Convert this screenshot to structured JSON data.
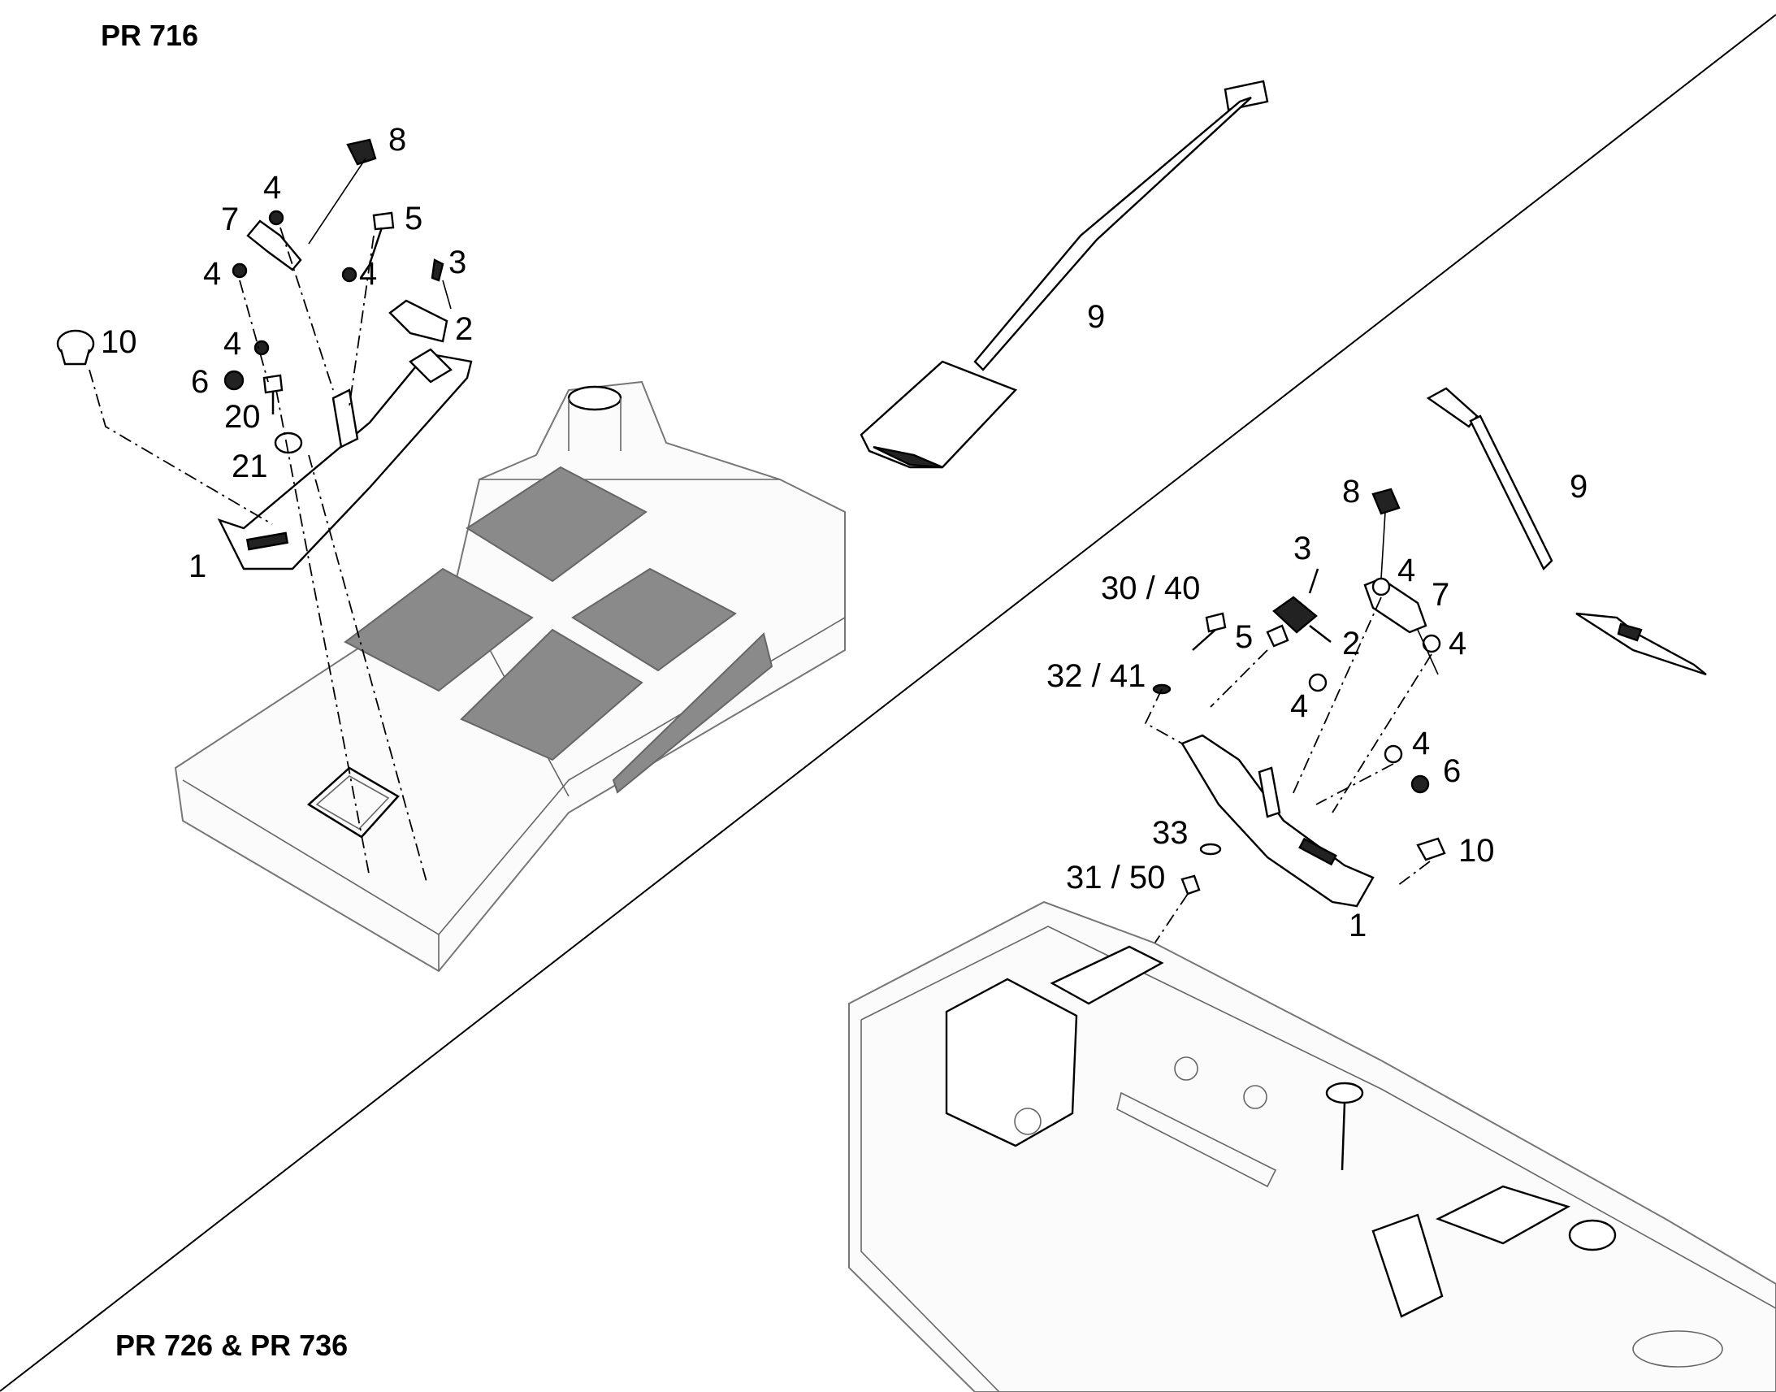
{
  "diagram": {
    "panel_top_label": "PR 716",
    "panel_bottom_label": "PR 726 & PR 736",
    "callouts_top": [
      {
        "id": "c-top-8",
        "text": "8"
      },
      {
        "id": "c-top-4a",
        "text": "4"
      },
      {
        "id": "c-top-7",
        "text": "7"
      },
      {
        "id": "c-top-5",
        "text": "5"
      },
      {
        "id": "c-top-4b",
        "text": "4"
      },
      {
        "id": "c-top-4c",
        "text": "4"
      },
      {
        "id": "c-top-3",
        "text": "3"
      },
      {
        "id": "c-top-2",
        "text": "2"
      },
      {
        "id": "c-top-10",
        "text": "10"
      },
      {
        "id": "c-top-4d",
        "text": "4"
      },
      {
        "id": "c-top-6",
        "text": "6"
      },
      {
        "id": "c-top-20",
        "text": "20"
      },
      {
        "id": "c-top-21",
        "text": "21"
      },
      {
        "id": "c-top-1",
        "text": "1"
      },
      {
        "id": "c-top-9",
        "text": "9"
      }
    ],
    "callouts_bottom": [
      {
        "id": "c-bot-9",
        "text": "9"
      },
      {
        "id": "c-bot-8",
        "text": "8"
      },
      {
        "id": "c-bot-3",
        "text": "3"
      },
      {
        "id": "c-bot-4a",
        "text": "4"
      },
      {
        "id": "c-bot-7",
        "text": "7"
      },
      {
        "id": "c-bot-30-40",
        "text": "30 / 40"
      },
      {
        "id": "c-bot-5",
        "text": "5"
      },
      {
        "id": "c-bot-2",
        "text": "2"
      },
      {
        "id": "c-bot-4b",
        "text": "4"
      },
      {
        "id": "c-bot-32-41",
        "text": "32 / 41"
      },
      {
        "id": "c-bot-4c",
        "text": "4"
      },
      {
        "id": "c-bot-4d",
        "text": "4"
      },
      {
        "id": "c-bot-6",
        "text": "6"
      },
      {
        "id": "c-bot-33",
        "text": "33"
      },
      {
        "id": "c-bot-10",
        "text": "10"
      },
      {
        "id": "c-bot-31-50",
        "text": "31 / 50"
      },
      {
        "id": "c-bot-1",
        "text": "1"
      }
    ]
  }
}
